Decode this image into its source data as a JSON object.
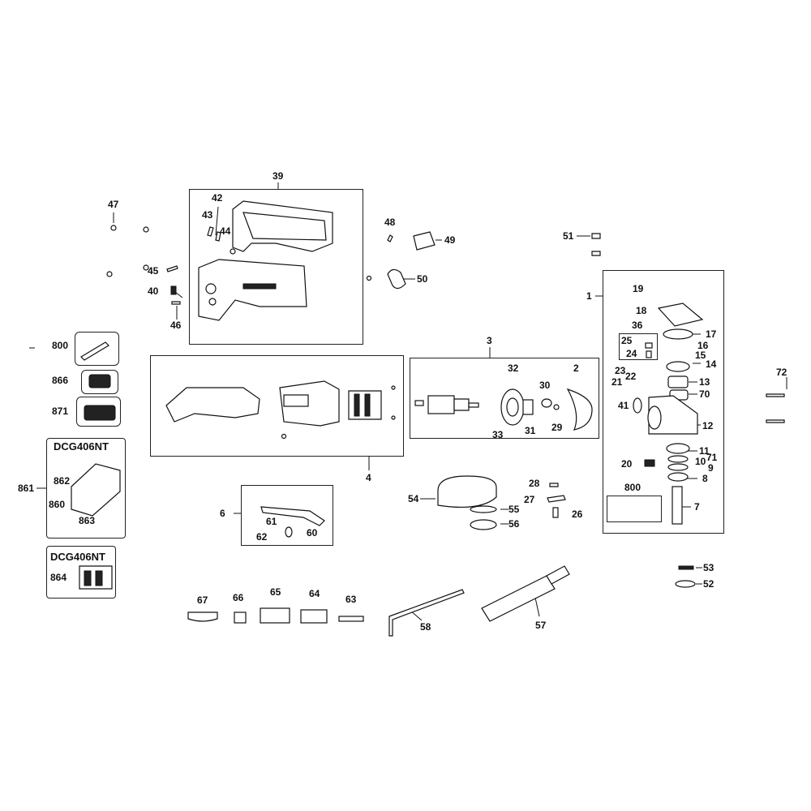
{
  "callouts": {
    "n1": "1",
    "n2": "2",
    "n3": "3",
    "n4": "4",
    "n6": "6",
    "n7": "7",
    "n8": "8",
    "n9": "9",
    "n10": "10",
    "n11": "11",
    "n12": "12",
    "n13": "13",
    "n14": "14",
    "n15": "15",
    "n16": "16",
    "n17": "17",
    "n18": "18",
    "n19": "19",
    "n20": "20",
    "n21": "21",
    "n22": "22",
    "n23": "23",
    "n24": "24",
    "n25": "25",
    "n26": "26",
    "n27": "27",
    "n28": "28",
    "n29": "29",
    "n30": "30",
    "n31": "31",
    "n32": "32",
    "n33": "33",
    "n36": "36",
    "n39": "39",
    "n40": "40",
    "n41": "41",
    "n42": "42",
    "n43": "43",
    "n44": "44",
    "n45": "45",
    "n46": "46",
    "n47": "47",
    "n48": "48",
    "n49": "49",
    "n50": "50",
    "n51": "51",
    "n52": "52",
    "n53": "53",
    "n54": "54",
    "n55": "55",
    "n56": "56",
    "n57": "57",
    "n58": "58",
    "n60": "60",
    "n61": "61",
    "n62": "62",
    "n63": "63",
    "n64": "64",
    "n65": "65",
    "n66": "66",
    "n67": "67",
    "n70": "70",
    "n71": "71",
    "n72": "72",
    "n800a": "800",
    "n800b": "800",
    "n860": "860",
    "n861": "861",
    "n862": "862",
    "n863": "863",
    "n864": "864",
    "n866": "866",
    "n871": "871"
  },
  "kit_titles": {
    "kit_case": "DCG406NT",
    "kit_insert": "DCG406NT"
  }
}
